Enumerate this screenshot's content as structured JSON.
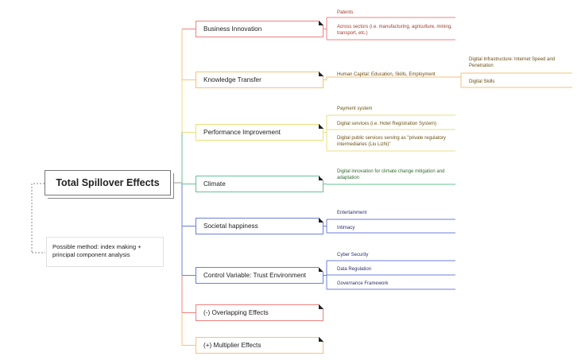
{
  "root": {
    "label": "Total Spillover Effects"
  },
  "note": {
    "text": "Possible method: index making + principal component analysis"
  },
  "colors": {
    "red": "#f08080",
    "orange": "#f5c27a",
    "yellow": "#eadf7c",
    "green": "#67c294",
    "blue": "#6c7fd8",
    "connector": "#999999",
    "text_red": "#a33b2e",
    "text_orange": "#6b4d12",
    "text_yellow": "#6b5212",
    "text_green": "#2f6b2c",
    "text_blue": "#2a2f6b"
  },
  "branches": [
    {
      "label": "Business Innovation",
      "color": "red",
      "leaves": [
        {
          "text": "Patents"
        },
        {
          "text": "Across sectors (i.e. manufacturing, agriculture, mining, transport, etc.)"
        }
      ]
    },
    {
      "label": "Knowledge Transfer",
      "color": "orange",
      "leaves": [
        {
          "text": "Human Capital: Education, Skills, Employment"
        }
      ],
      "subleaves": [
        {
          "text": "Digital Infrastructure: Internet Speed and Penetration"
        },
        {
          "text": "Digital Skills"
        }
      ]
    },
    {
      "label": "Performance Improvement",
      "color": "yellow",
      "leaves": [
        {
          "text": "Payment system"
        },
        {
          "text": "Digital services (i.e. Hotel Registration System)"
        },
        {
          "text": "Digital public services serving as \"private regulatory intermediaries (Liu Lizhi)\""
        }
      ]
    },
    {
      "label": "Climate",
      "color": "green",
      "leaves": [
        {
          "text": "Digital innovation for climate change mitigation and adaptation"
        }
      ]
    },
    {
      "label": "Societal happiness",
      "color": "blue",
      "leaves": [
        {
          "text": "Entertainment"
        },
        {
          "text": "Intimacy"
        }
      ]
    },
    {
      "label": "Control Variable: Trust Environment",
      "color": "blue",
      "leaves": [
        {
          "text": "Cyber Security"
        },
        {
          "text": "Data Regulation"
        },
        {
          "text": "Governance Framework"
        }
      ]
    },
    {
      "label": "(-) Overlapping Effects",
      "color": "red",
      "leaves": []
    },
    {
      "label": "(+) Multiplier Effects",
      "color": "orange",
      "leaves": []
    }
  ]
}
